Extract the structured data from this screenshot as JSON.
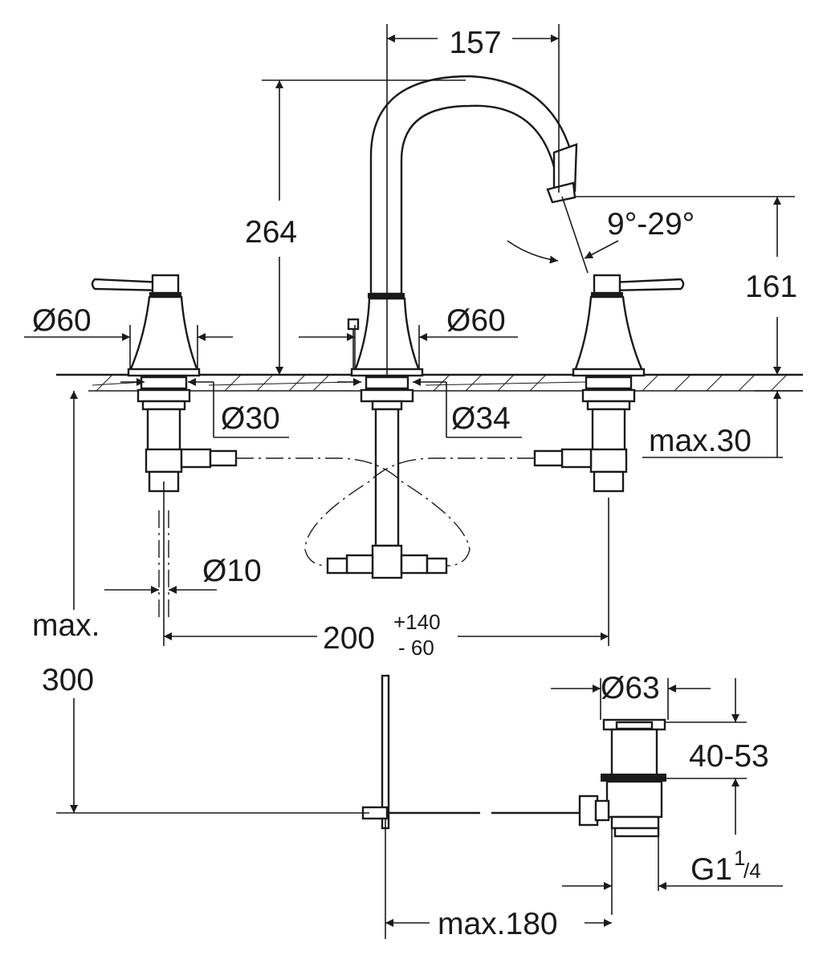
{
  "dimensions": {
    "spout_reach": "157",
    "total_height": "264",
    "spout_height": "161",
    "swivel_angle": "9°-29°",
    "handle_base_left": "Ø60",
    "spout_base": "Ø60",
    "hole_left": "Ø30",
    "hole_center": "Ø34",
    "deck_thickness": "max.30",
    "rod_diameter": "Ø10",
    "spacing_main": "200",
    "spacing_plus": "+140",
    "spacing_minus": "-  60",
    "max_depth_line1": "max.",
    "max_depth_line2": "300",
    "waste_diameter": "Ø63",
    "waste_height": "40-53",
    "thread_main": "G1",
    "thread_num": "1",
    "thread_den": "/4",
    "rod_reach": "max.180"
  },
  "colors": {
    "ink": "#1a1a1a",
    "background": "#ffffff"
  }
}
